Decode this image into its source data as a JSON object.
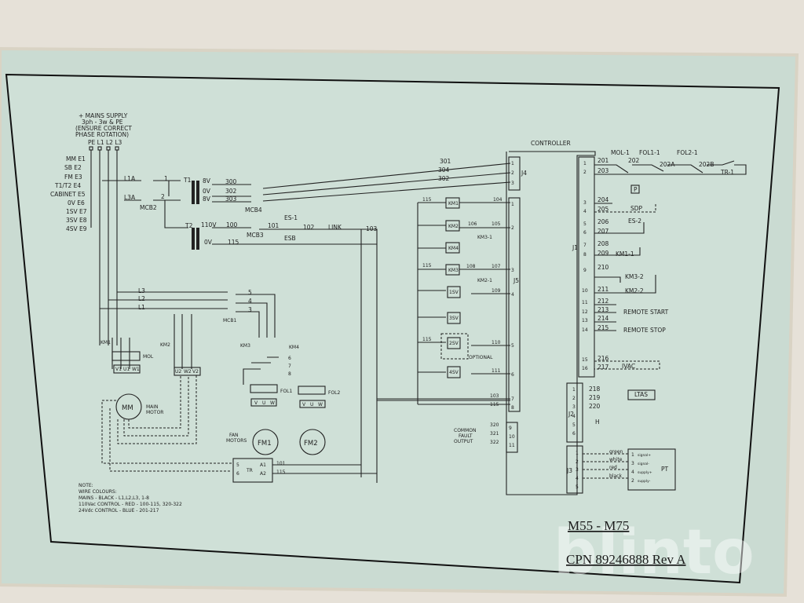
{
  "mains": {
    "heading": [
      "+ MAINS SUPPLY",
      "3ph - 3w & PE",
      "(ENSURE CORRECT",
      "PHASE ROTATION)"
    ],
    "terminals": "PE L1 L2 L3",
    "earths": [
      "MM E1",
      "SB E2",
      "FM E3",
      "T1/T2 E4",
      "CABINET E5",
      "0V E6",
      "1SV E7",
      "3SV E8",
      "4SV E9"
    ]
  },
  "power": {
    "l1a": "L1A",
    "l3a": "L3A",
    "mcb2": "MCB2",
    "w1": "1",
    "w2": "2",
    "t1": "T1",
    "t2": "T2",
    "v8a": "8V",
    "v0": "0V",
    "v8b": "8V",
    "v110": "110V",
    "v0b": "0V",
    "w300": "300",
    "w302": "302",
    "w303": "303",
    "mcb4": "MCB4",
    "w100": "100",
    "w115": "115",
    "mcb3": "MCB3",
    "w101": "101",
    "es1": "ES-1",
    "esb": "ESB",
    "w102": "102",
    "link": "LINK",
    "w103": "103",
    "w301": "301",
    "w304": "304",
    "w302b": "302"
  },
  "motors": {
    "l3": "L3",
    "l2": "L2",
    "l1": "L1",
    "w5": "5",
    "w4": "4",
    "w3": "3",
    "mcb1": "MCB1",
    "km1": "KM1",
    "km2": "KM2",
    "km3": "KM3",
    "km4": "KM4",
    "mol": "MOL",
    "v1": "V1",
    "u1": "U1",
    "w1": "W1",
    "u2": "U2",
    "w2": "W2",
    "v2": "V2",
    "w6": "6",
    "w7": "7",
    "w8": "8",
    "fol1": "FOL1",
    "fol2": "FOL2",
    "mm": "MM",
    "main_motor": [
      "MAIN",
      "MOTOR"
    ],
    "fan_motors": [
      "FAN",
      "MOTORS"
    ],
    "fm1": "FM1",
    "fm2": "FM2",
    "v": "V",
    "u": "U",
    "w": "W",
    "tr": "TR",
    "tr5": "5",
    "tr6": "6",
    "a1": "A1",
    "a2": "A2",
    "w101": "101",
    "w115": "115"
  },
  "j5_side": {
    "w115": "115",
    "km1": "KM1",
    "w104": "104",
    "km2": "KM2",
    "w106": "106",
    "w105": "105",
    "km3_1": "KM3-1",
    "km4": "KM4",
    "km3": "KM3",
    "w108": "108",
    "w107": "107",
    "km2_1": "KM2-1",
    "sv1": "1SV",
    "w109": "109",
    "sv3": "3SV",
    "sv2": "2SV",
    "w110": "110",
    "optional": "OPTIONAL",
    "sv4": "4SV",
    "w111": "111",
    "w103": "103",
    "w115b": "115",
    "fault": [
      "COMMON",
      "FAULT",
      "OUTPUT"
    ],
    "w320": "320",
    "w321": "321",
    "w322": "322",
    "j4": "J4",
    "j5": "J5",
    "pins": [
      "1",
      "2",
      "3",
      "4",
      "5",
      "6",
      "7",
      "8",
      "9",
      "10",
      "11"
    ]
  },
  "controller": {
    "title": "CONTROLLER",
    "j1": "J1",
    "j2": "J2",
    "j3": "J3",
    "j1_pins": [
      "1",
      "2",
      "3",
      "4",
      "5",
      "6",
      "7",
      "8",
      "9",
      "10",
      "11",
      "12",
      "13",
      "14",
      "15",
      "16"
    ],
    "wires": [
      "201",
      "203",
      "204",
      "205",
      "206",
      "207",
      "208",
      "209",
      "210",
      "211",
      "212",
      "213",
      "214",
      "215",
      "216",
      "217"
    ],
    "mol1": "MOL-1",
    "fol1_1": "FOL1-1",
    "fol2_1": "FOL2-1",
    "w202": "202",
    "w202a": "202A",
    "w202b": "202B",
    "tr1": "TR-1",
    "p": "P",
    "sdp": "SDP",
    "es2": "ES-2",
    "km1_1": "KM1-1",
    "km3_2": "KM3-2",
    "km2_2": "KM2-2",
    "remote_start": "REMOTE START",
    "remote_stop": "REMOTE STOP",
    "ivac": "IVAC",
    "w218": "218",
    "w219": "219",
    "w220": "220",
    "ltas": "LTAS",
    "h": "H",
    "green": "green",
    "white": "white",
    "red": "red",
    "black": "black",
    "pt": "PT",
    "pt_pins": [
      "1",
      "3",
      "4",
      "2"
    ],
    "pt_labels": [
      "signal+",
      "signal-",
      "supply+",
      "supply-"
    ]
  },
  "note": [
    "NOTE:",
    "WIRE COLOURS:",
    "MAINS  - BLACK - L1,L2,L3, 1-8",
    "110Vac CONTROL  - RED - 100-115, 320-322",
    "24Vdc CONTROL  - BLUE - 201-217"
  ],
  "title_block": {
    "model": "M55 - M75",
    "cpn": "CPN  89246888 Rev A"
  },
  "watermark": "blinto"
}
